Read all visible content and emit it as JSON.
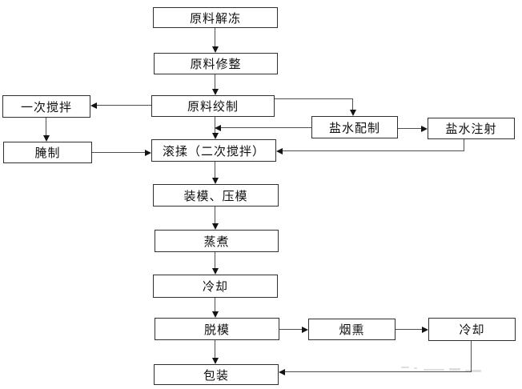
{
  "flowchart": {
    "nodes": {
      "thaw": "原料解冻",
      "trim": "原料修整",
      "grind": "原料绞制",
      "first_mix": "一次搅拌",
      "marinate": "腌制",
      "brine_prep": "盐水配制",
      "brine_inject": "盐水注射",
      "tumble": "滚揉（二次搅拌）",
      "mold_press": "装模、压模",
      "steam": "蒸煮",
      "cool": "冷却",
      "demold": "脱模",
      "smoke": "烟熏",
      "cool2": "冷却",
      "pack": "包装"
    },
    "edges": [
      {
        "from": "thaw",
        "to": "trim"
      },
      {
        "from": "trim",
        "to": "grind"
      },
      {
        "from": "grind",
        "to": "first_mix"
      },
      {
        "from": "first_mix",
        "to": "marinate"
      },
      {
        "from": "marinate",
        "to": "tumble"
      },
      {
        "from": "grind",
        "to": "tumble"
      },
      {
        "from": "grind",
        "to": "brine_prep"
      },
      {
        "from": "brine_prep",
        "to": "tumble"
      },
      {
        "from": "brine_prep",
        "to": "brine_inject"
      },
      {
        "from": "brine_inject",
        "to": "tumble"
      },
      {
        "from": "tumble",
        "to": "mold_press"
      },
      {
        "from": "mold_press",
        "to": "steam"
      },
      {
        "from": "steam",
        "to": "cool"
      },
      {
        "from": "cool",
        "to": "demold"
      },
      {
        "from": "demold",
        "to": "pack"
      },
      {
        "from": "demold",
        "to": "smoke"
      },
      {
        "from": "smoke",
        "to": "cool2"
      },
      {
        "from": "cool2",
        "to": "pack"
      }
    ],
    "colors": {
      "background": "#ffffff",
      "box_border": "#2f2f2f",
      "line": "#4f4f4f",
      "arrow": "#141414",
      "text": "#0f0f0f"
    }
  }
}
